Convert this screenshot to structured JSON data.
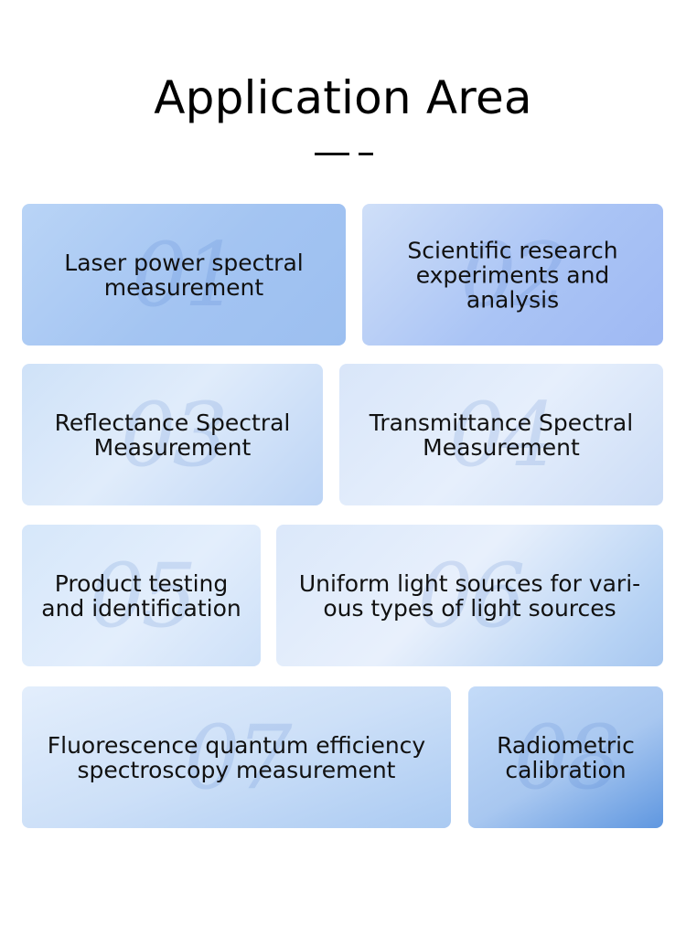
{
  "heading": {
    "title": "Application Area"
  },
  "cards": [
    {
      "number": "01",
      "label": "Laser power spectral\nmeasurement"
    },
    {
      "number": "02",
      "label": "Scientific research\nexperiments and\nanalysis"
    },
    {
      "number": "03",
      "label": "Reflectance Spectral\nMeasurement"
    },
    {
      "number": "04",
      "label": "Transmittance Spectral\nMeasurement"
    },
    {
      "number": "05",
      "label": "Product testing\nand identification"
    },
    {
      "number": "06",
      "label": "Uniform light sources for vari-\nous types of light sources"
    },
    {
      "number": "07",
      "label": "Fluorescence quantum efficiency\nspectroscopy measurement"
    },
    {
      "number": "08",
      "label": "Radiometric\ncalibration"
    }
  ]
}
